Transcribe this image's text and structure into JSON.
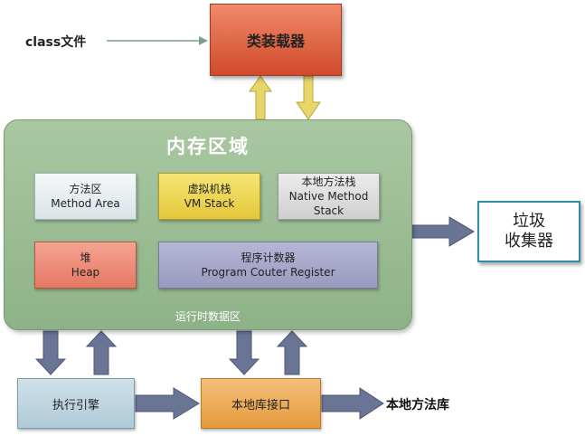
{
  "class_file_label": "class文件",
  "class_loader": "类装载器",
  "memory_area": {
    "title": "内存区域",
    "runtime_label": "运行时数据区",
    "method_area": {
      "line1": "方法区",
      "line2": "Method Area"
    },
    "vm_stack": {
      "line1": "虚拟机栈",
      "line2": "VM Stack"
    },
    "native_stack": {
      "line1": "本地方法栈",
      "line2": "Native Method",
      "line3": "Stack"
    },
    "heap": {
      "line1": "堆",
      "line2": "Heap"
    },
    "pc_register": {
      "line1": "程序计数器",
      "line2": "Program Couter Register"
    }
  },
  "garbage_collector": {
    "line1": "垃圾",
    "line2": "收集器"
  },
  "execution_engine": "执行引擎",
  "native_interface": "本地库接口",
  "native_library": "本地方法库",
  "colors": {
    "loader": "#e06a4c",
    "memory_area": "#9bbd94",
    "arrow_yellow": "#e8d66a",
    "arrow_blue": "#6a7596"
  }
}
